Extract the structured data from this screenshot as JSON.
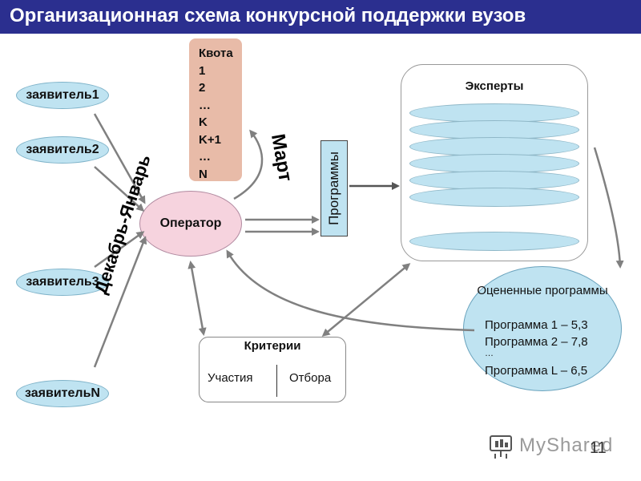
{
  "title": "Организационная схема конкурсной поддержки вузов",
  "applicants": [
    "заявитель1",
    "заявитель2",
    "заявитель3",
    "заявительN"
  ],
  "period_dec_jan": "Декабрь-Январь",
  "period_march": "Март",
  "quota": {
    "lines": [
      "Квота",
      "1",
      "2",
      "…",
      "K",
      "K+1",
      "…",
      "N"
    ]
  },
  "operator": "Оператор",
  "programs": "Программы",
  "experts": {
    "title": "Эксперты"
  },
  "evaluated": {
    "title": "Оцененные программы",
    "items": [
      "Программа 1 – 5,3",
      "Программа 2 – 7,8",
      "…",
      "Программа L – 6,5"
    ]
  },
  "criteria": {
    "title": "Критерии",
    "participation": "Участия",
    "selection": "Отбора"
  },
  "watermark": "MyShared",
  "page_number": "11",
  "colors": {
    "title_bar": "#2b2f8f",
    "applicant": "#bfe3f1",
    "quota": "#e8bba8",
    "operator": "#f6d3de",
    "arrow": "#808080"
  }
}
